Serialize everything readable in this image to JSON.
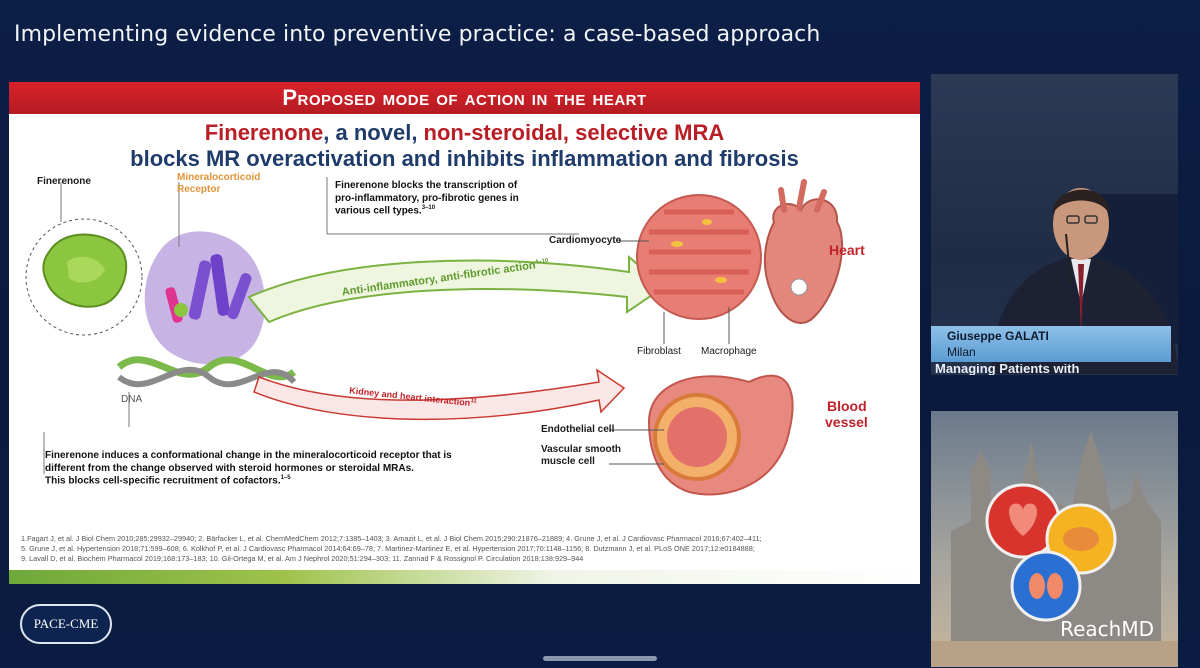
{
  "stage": {
    "title": "Implementing evidence into preventive practice: a case-based approach"
  },
  "slide": {
    "header": "Proposed mode of action in the heart",
    "headline_part1": "Finerenone",
    "headline_part2": ", a novel, ",
    "headline_part3": "non-steroidal, selective MRA",
    "headline_line2": "blocks MR overactivation and inhibits inflammation and fibrosis",
    "labels": {
      "finerenone": "Finerenone",
      "mr_line1": "Mineralocorticoid",
      "mr_line2": "Receptor",
      "dna": "DNA",
      "cardiomyocyte": "Cardiomyocyte",
      "heart": "Heart",
      "fibroblast": "Fibroblast",
      "macrophage": "Macrophage",
      "blood_line1": "Blood",
      "blood_line2": "vessel",
      "endothelial": "Endothelial cell",
      "vsm_line1": "Vascular smooth",
      "vsm_line2": "muscle cell",
      "arrow_green": "Anti-inflammatory, anti-fibrotic action",
      "arrow_green_sup": "4–10",
      "arrow_red": "Kidney and heart interaction",
      "arrow_red_sup": "11"
    },
    "note_top_line1": "Finerenone blocks the transcription of",
    "note_top_line2": "pro-inflammatory, pro-fibrotic genes in",
    "note_top_line3": "various cell types.",
    "note_top_sup": "3–10",
    "note_bottom_line1": "Finerenone induces a conformational change in the mineralocorticoid receptor that is",
    "note_bottom_line2": "different from the change observed with steroid hormones or steroidal MRAs.",
    "note_bottom_line3": "This blocks cell-specific recruitment of cofactors.",
    "note_bottom_sup": "1–5",
    "refs_line1": "1.Fagart J, et al. J Biol Chem 2010;285:29932–29940; 2. Bärfacker L, et al. ChemMedChem 2012;7:1385–1403; 3. Amazit L, et al. J Biol Chem 2015;290:21876–21889; 4. Grune J, et al. J Cardiovasc Pharmacol 2016;67:402–411;",
    "refs_line2": "5. Grune J, et al. Hypertension 2018;71:599–608; 6. Kolkhof P, et al. J Cardiovasc Pharmacol 2014;64:69–78; 7. Martinez-Martinez E, et al. Hypertension 2017;70:1148–1156; 8. Dutzmann J, et al. PLoS ONE 2017;12:e0184888;",
    "refs_line3": "9. Lavall D, et al. Biochem Pharmacol 2019;168:173–183; 10. Gil-Ortega M, et al. Am J Nephrol 2020;51:294–303; 11. Zannad F & Rossignol P. Circulation 2018;138:929–944"
  },
  "speaker": {
    "name": "Giuseppe GALATI",
    "city": "Milan",
    "ticker": "Managing Patients with"
  },
  "branding": {
    "pace": "PACE-CME",
    "reachmd": "ReachMD"
  },
  "colors": {
    "header_red": "#c41f27",
    "navy": "#1e3b6a",
    "green": "#6fa83a",
    "background": "#0b1b3f"
  }
}
